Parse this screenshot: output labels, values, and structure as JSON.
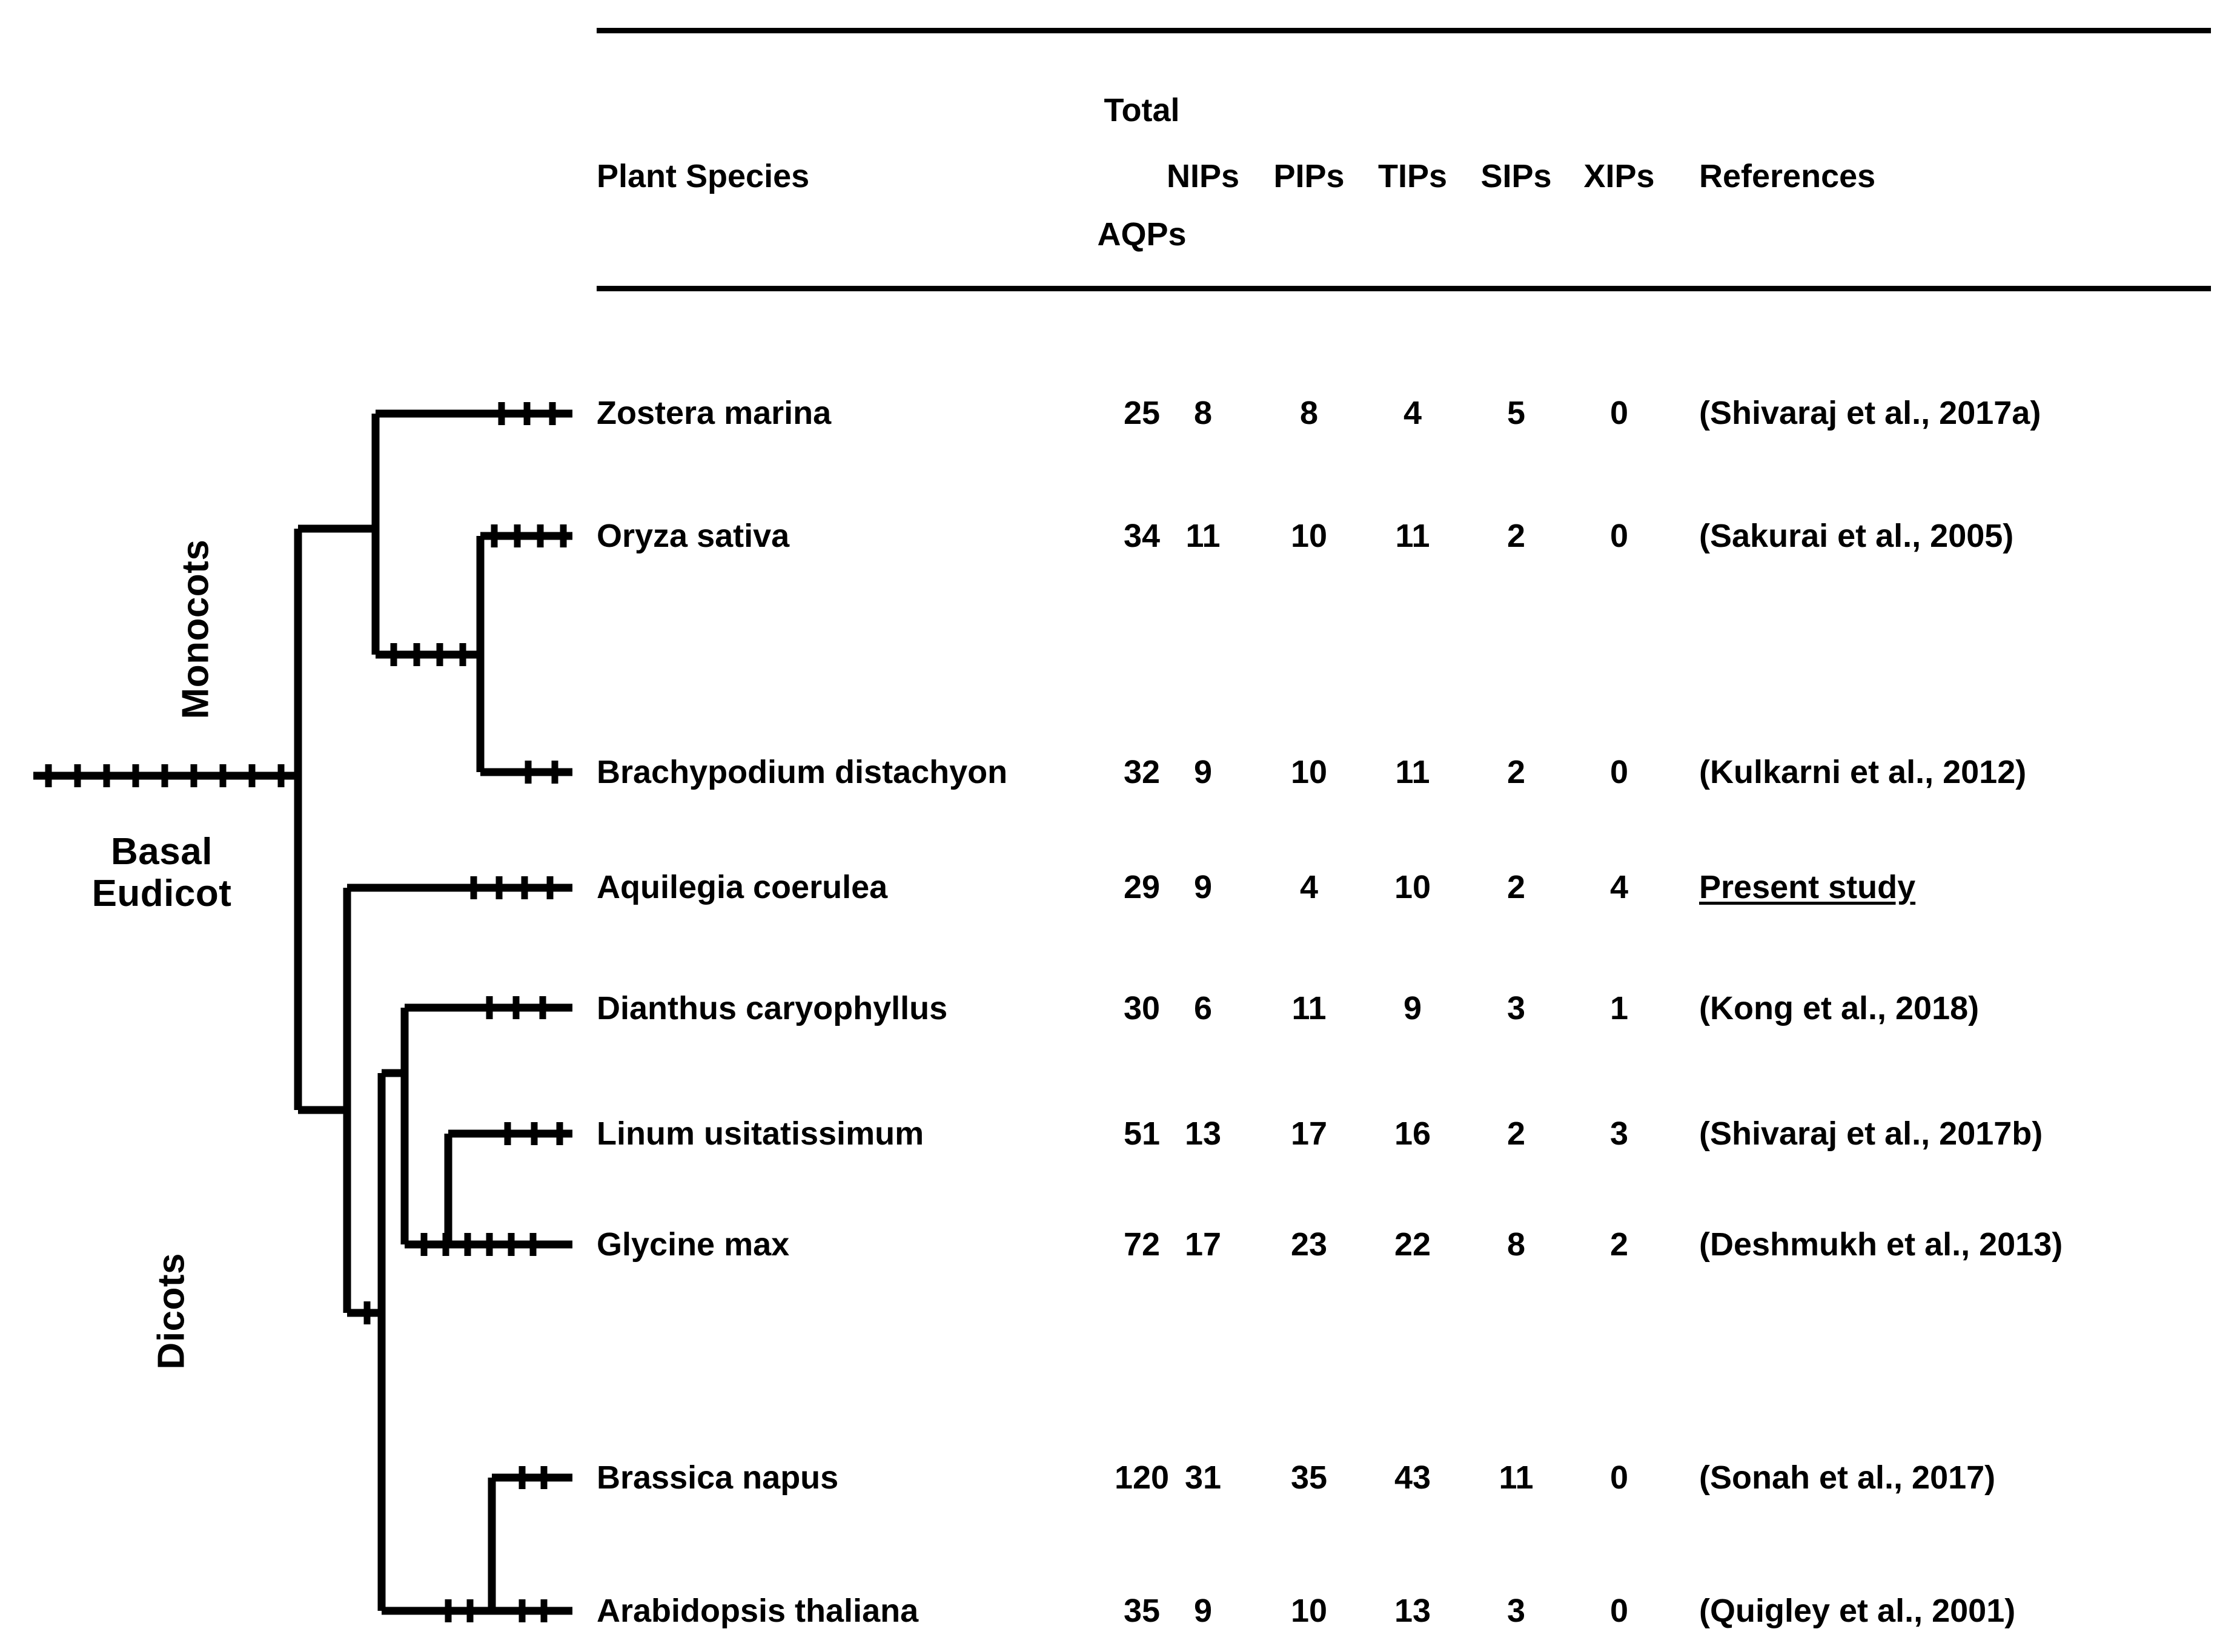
{
  "figure": {
    "type": "phylogenetic-tree-with-table",
    "clade_labels": {
      "monocots": "Monocots",
      "dicots": "Dicots",
      "basal_eudicot_line1": "Basal",
      "basal_eudicot_line2": "Eudicot"
    }
  },
  "table": {
    "headers": {
      "species": "Plant Species",
      "total_line1": "Total",
      "total_line2": "AQPs",
      "nips": "NIPs",
      "pips": "PIPs",
      "tips": "TIPs",
      "sips": "SIPs",
      "xips": "XIPs",
      "references": "References"
    },
    "rows": [
      {
        "species": "Zostera marina",
        "total": "25",
        "nips": "8",
        "pips": "8",
        "tips": "4",
        "sips": "5",
        "xips": "0",
        "reference": "(Shivaraj et al., 2017a)",
        "reference_underlined": false
      },
      {
        "species": "Oryza sativa",
        "total": "34",
        "nips": "11",
        "pips": "10",
        "tips": "11",
        "sips": "2",
        "xips": "0",
        "reference": "(Sakurai et al., 2005)",
        "reference_underlined": false
      },
      {
        "species": "Brachypodium distachyon",
        "total": "32",
        "nips": "9",
        "pips": "10",
        "tips": "11",
        "sips": "2",
        "xips": "0",
        "reference": "(Kulkarni et al., 2012)",
        "reference_underlined": false
      },
      {
        "species": "Aquilegia coerulea",
        "total": "29",
        "nips": "9",
        "pips": "4",
        "tips": "10",
        "sips": "2",
        "xips": "4",
        "reference": "Present study",
        "reference_underlined": true
      },
      {
        "species": "Dianthus caryophyllus",
        "total": "30",
        "nips": "6",
        "pips": "11",
        "tips": "9",
        "sips": "3",
        "xips": "1",
        "reference": "(Kong et al., 2018)",
        "reference_underlined": false
      },
      {
        "species": "Linum usitatissimum",
        "total": "51",
        "nips": "13",
        "pips": "17",
        "tips": "16",
        "sips": "2",
        "xips": "3",
        "reference": "(Shivaraj et al., 2017b)",
        "reference_underlined": false
      },
      {
        "species": "Glycine max",
        "total": "72",
        "nips": "17",
        "pips": "23",
        "tips": "22",
        "sips": "8",
        "xips": "2",
        "reference": "(Deshmukh et al., 2013)",
        "reference_underlined": false
      },
      {
        "species": "Brassica napus",
        "total": "120",
        "nips": "31",
        "pips": "35",
        "tips": "43",
        "sips": "11",
        "xips": "0",
        "reference": "(Sonah et al., 2017)",
        "reference_underlined": false
      },
      {
        "species": "Arabidopsis thaliana",
        "total": "35",
        "nips": "9",
        "pips": "10",
        "tips": "13",
        "sips": "3",
        "xips": "0",
        "reference": "(Quigley et al., 2001)",
        "reference_underlined": false
      }
    ]
  },
  "colors": {
    "ink": "#000000",
    "background": "#ffffff"
  }
}
